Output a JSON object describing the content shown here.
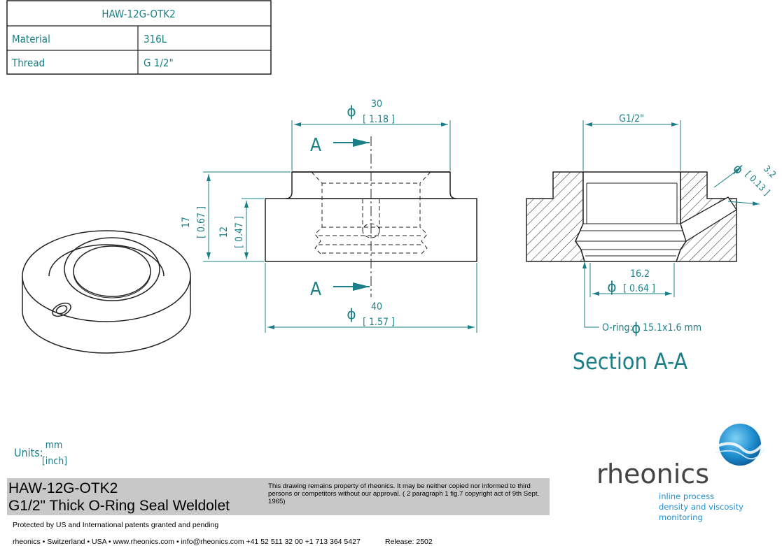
{
  "spec_table": {
    "title": "HAW-12G-OTK2",
    "rows": [
      {
        "label": "Material",
        "value": "316L"
      },
      {
        "label": "Thread",
        "value": "G 1/2\""
      }
    ]
  },
  "front_view": {
    "top_diameter_mm": "30",
    "top_diameter_in": "[ 1.18 ]",
    "bottom_diameter_mm": "40",
    "bottom_diameter_in": "[ 1.57 ]",
    "height_total_mm": "17",
    "height_total_in": "[ 0.67 ]",
    "height_base_mm": "12",
    "height_base_in": "[ 0.47 ]",
    "section_marker": "A",
    "diameter_symbol": "ϕ"
  },
  "section_view": {
    "thread_label": "G1/2\"",
    "hole_diameter_mm": "3.2",
    "hole_diameter_in": "[ 0.13 ]",
    "inner_diameter_mm": "16.2",
    "inner_diameter_in": "[ 0.64 ]",
    "oring_prefix": "O-ring:",
    "oring_size": "15.1x1.6 mm",
    "title": "Section A-A"
  },
  "units": {
    "label": "Units:",
    "primary": "mm",
    "secondary": "[inch]"
  },
  "title_block": {
    "part_number": "HAW-12G-OTK2",
    "description": "G1/2\" Thick O-Ring Seal Weldolet",
    "notice": "This drawing remains property of rheonics. It may be neither copied nor informed to third persons or competitors without our approval. ( 2 paragraph 1 fig.7 copyright act of 9th Sept. 1965)",
    "patents": "Protected by US and International patents granted and pending",
    "contact": "rheonics • Switzerland • USA • www.rheonics.com • info@rheonics.com +41 52 511 32 00 +1 713 364 5427",
    "release": "Release: 2502"
  },
  "logo": {
    "brand": "rheonics",
    "tagline_1": "inline process",
    "tagline_2": "density and viscosity",
    "tagline_3": "monitoring"
  },
  "colors": {
    "dimension": "#1a7f86",
    "outline": "#222222",
    "title_bar": "#c8c8c8",
    "logo_blue": "#1f8fd0"
  }
}
